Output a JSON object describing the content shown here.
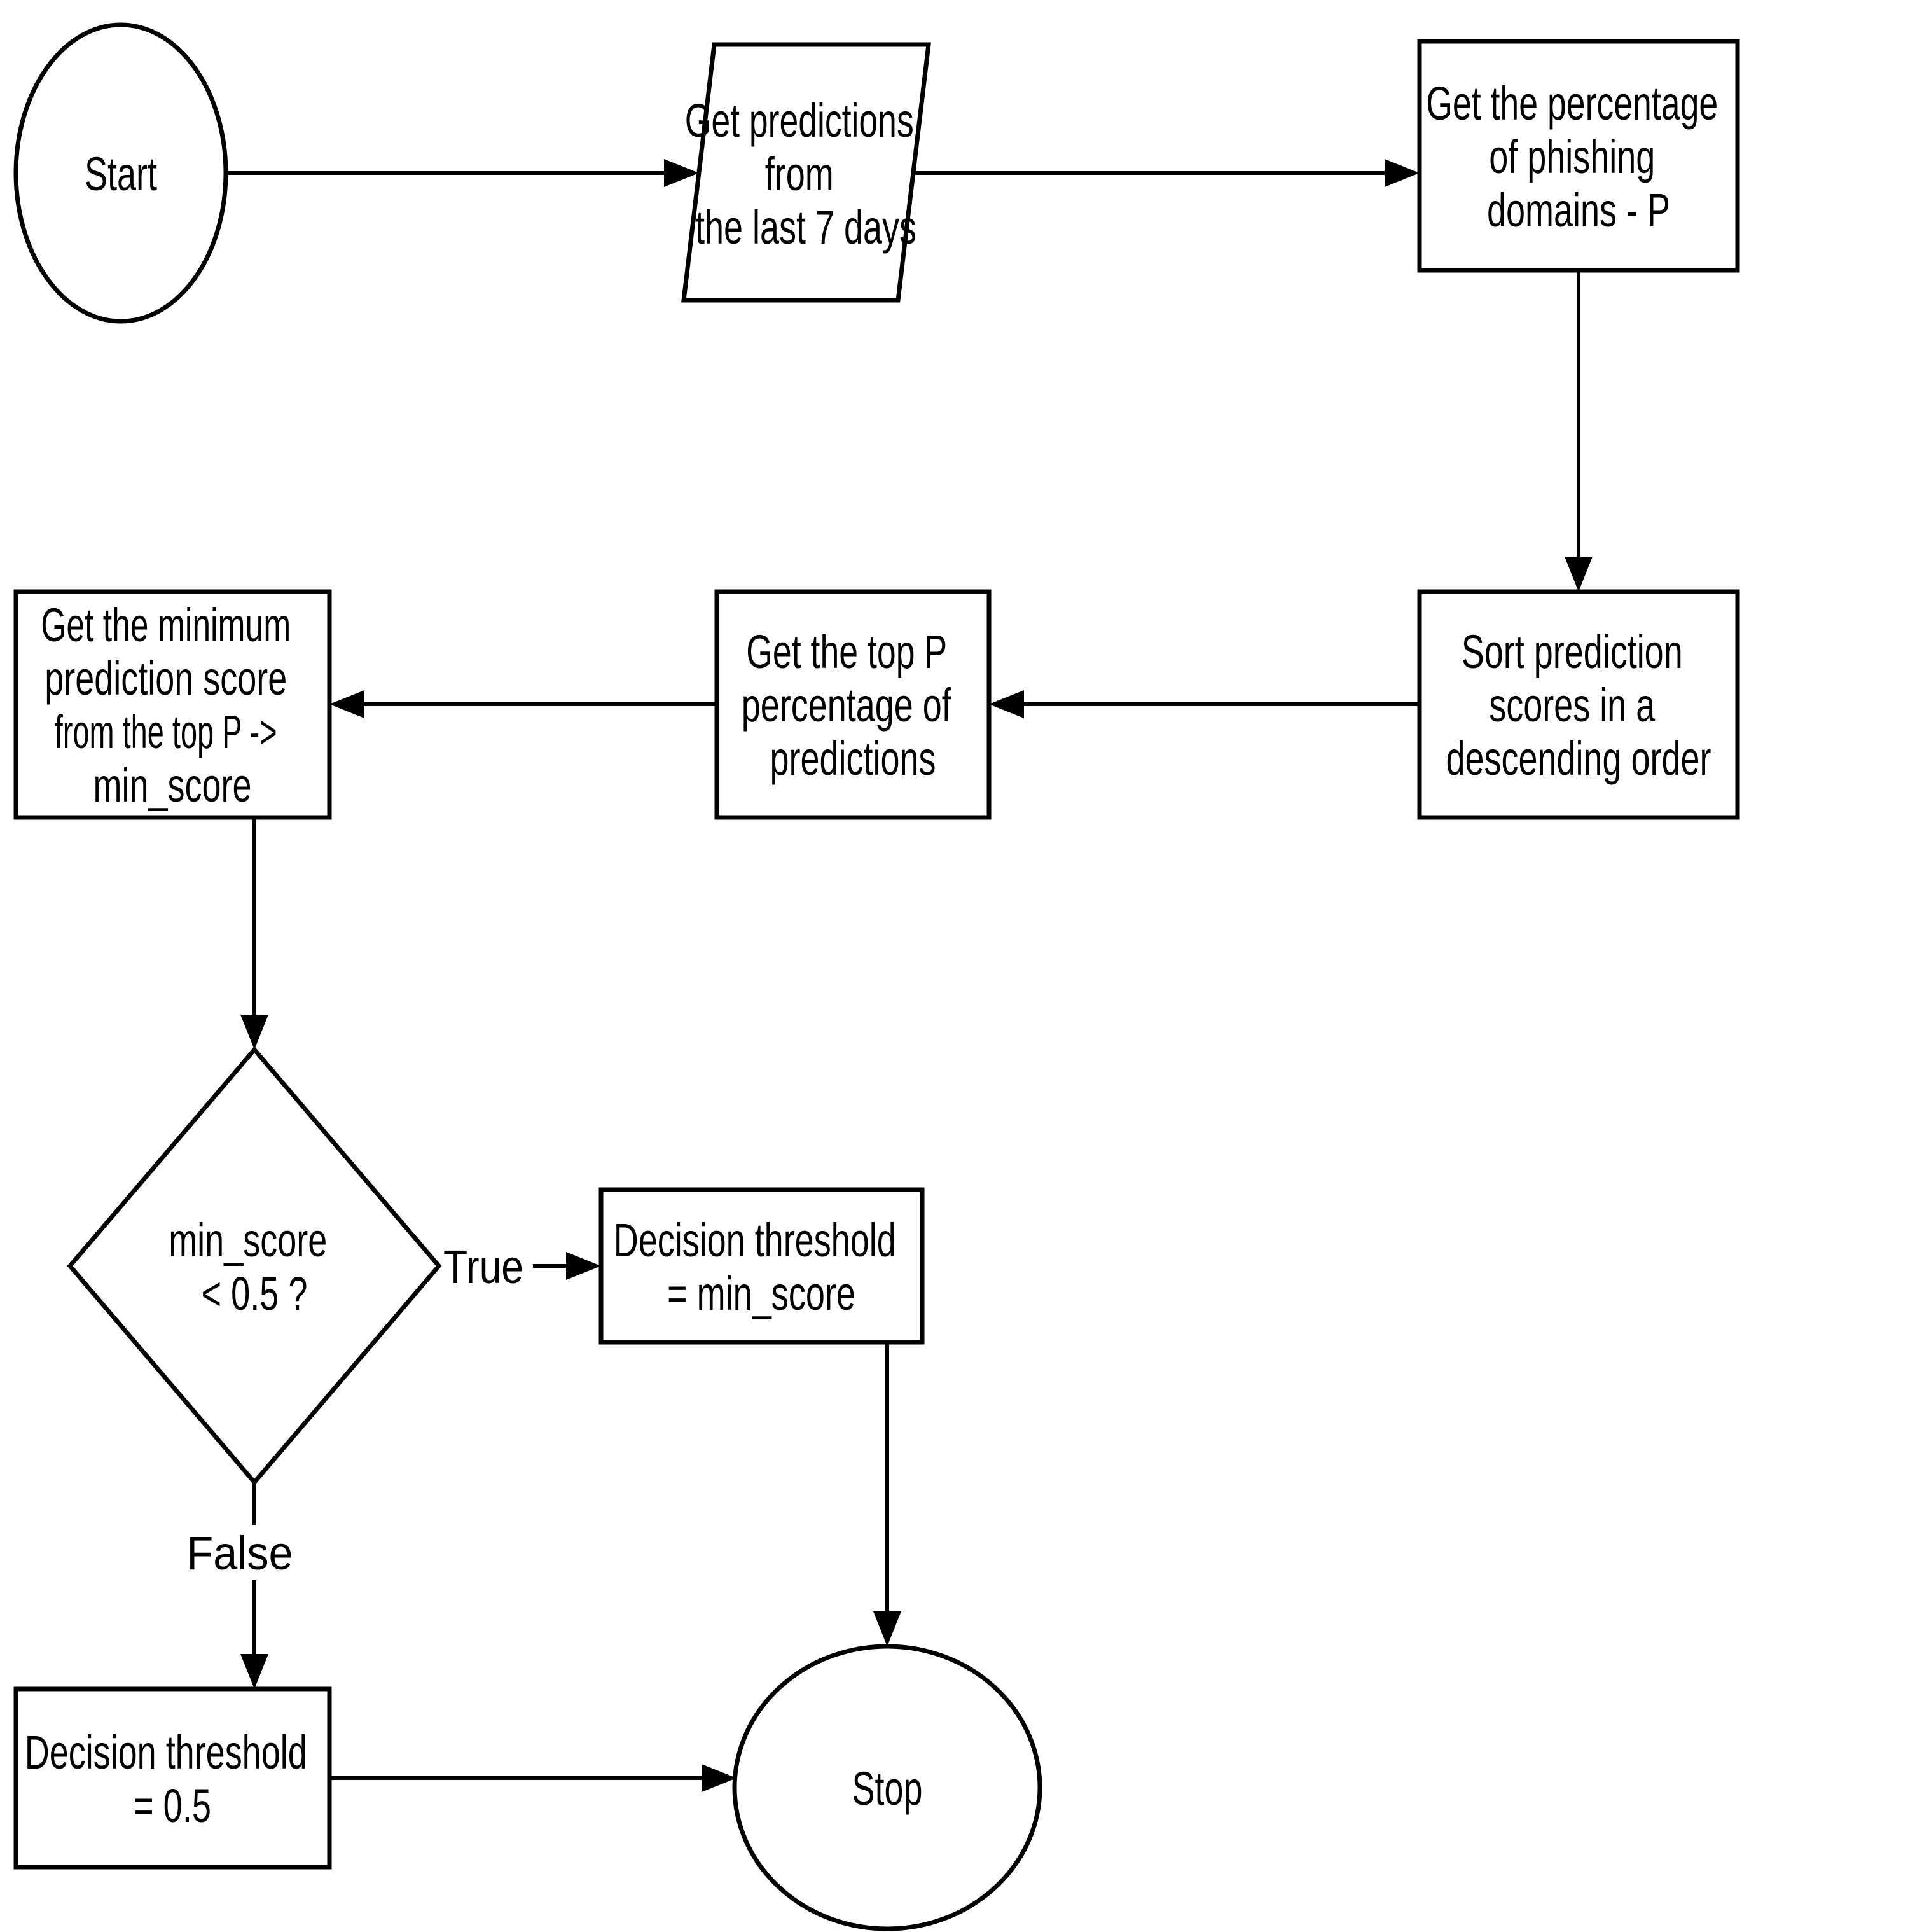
{
  "diagram": {
    "background_color": "#ffffff",
    "stroke_color": "#000000",
    "node_fill_color": "#ffffff",
    "nodes": {
      "start": {
        "shape": "ellipse",
        "label": "Start"
      },
      "get_predictions": {
        "shape": "parallelogram",
        "lines": [
          "Get predictions",
          "from",
          "the last 7 days"
        ]
      },
      "get_percentage": {
        "shape": "process",
        "lines": [
          "Get the percentage",
          "of phishing",
          "domains - P"
        ]
      },
      "sort_scores": {
        "shape": "process",
        "lines": [
          "Sort prediction",
          "scores in a",
          "descending order"
        ]
      },
      "get_top_p": {
        "shape": "process",
        "lines": [
          "Get the top P",
          "percentage of",
          "predictions"
        ]
      },
      "get_min_score": {
        "shape": "process",
        "lines": [
          "Get the minimum",
          "prediction score",
          "from the top P ->",
          "min_score"
        ]
      },
      "min_score_check": {
        "shape": "decision",
        "lines": [
          "min_score",
          "< 0.5 ?"
        ]
      },
      "threshold_min_score": {
        "shape": "process",
        "lines": [
          "Decision threshold",
          "= min_score"
        ]
      },
      "threshold_default": {
        "shape": "process",
        "lines": [
          "Decision threshold",
          "= 0.5"
        ]
      },
      "stop": {
        "shape": "ellipse",
        "label": "Stop"
      }
    },
    "edges": {
      "true_label": "True",
      "false_label": "False"
    }
  }
}
